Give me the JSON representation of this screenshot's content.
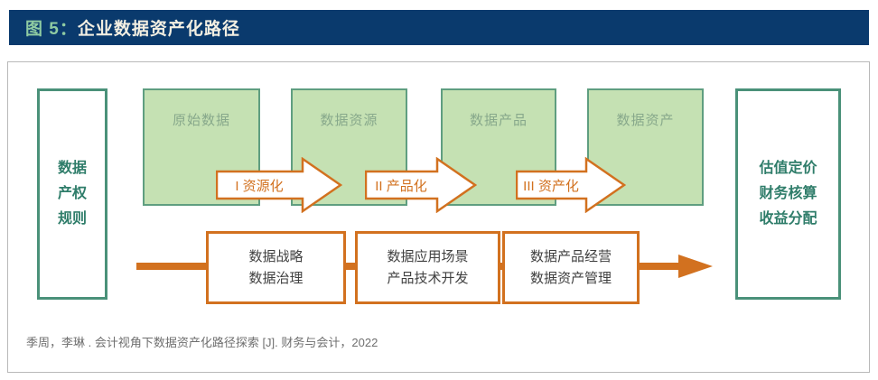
{
  "colors": {
    "navy": "#0a3a6d",
    "title_green": "#8fcba2",
    "title_cream": "#f3efe2",
    "container_border": "#b9b9b9",
    "teal_border": "#4a9179",
    "teal_text": "#2f7d6a",
    "stage_fill": "#c5e1b3",
    "stage_border": "#5f9e80",
    "stage_text": "#87a88b",
    "orange": "#d2711f",
    "process_text": "#404040",
    "citation_gray": "#6f6f6f"
  },
  "figure_header": {
    "label": "图 5：",
    "title": "企业数据资产化路径"
  },
  "diagram": {
    "left_box": {
      "lines": [
        "数据",
        "产权",
        "规则"
      ]
    },
    "stages": [
      {
        "label": "原始数据"
      },
      {
        "label": "数据资源"
      },
      {
        "label": "数据产品"
      },
      {
        "label": "数据资产"
      }
    ],
    "transforms": [
      {
        "label": "I 资源化"
      },
      {
        "label": "II 产品化"
      },
      {
        "label": "III 资产化"
      }
    ],
    "process_boxes": [
      {
        "lines": [
          "数据战略",
          "数据治理"
        ]
      },
      {
        "lines": [
          "数据应用场景",
          "产品技术开发"
        ]
      },
      {
        "lines": [
          "数据产品经营",
          "数据资产管理"
        ]
      }
    ],
    "right_box": {
      "lines": [
        "估值定价",
        "财务核算",
        "收益分配"
      ]
    }
  },
  "citation": "季周，李琳 . 会计视角下数据资产化路径探索 [J]. 财务与会计，2022"
}
